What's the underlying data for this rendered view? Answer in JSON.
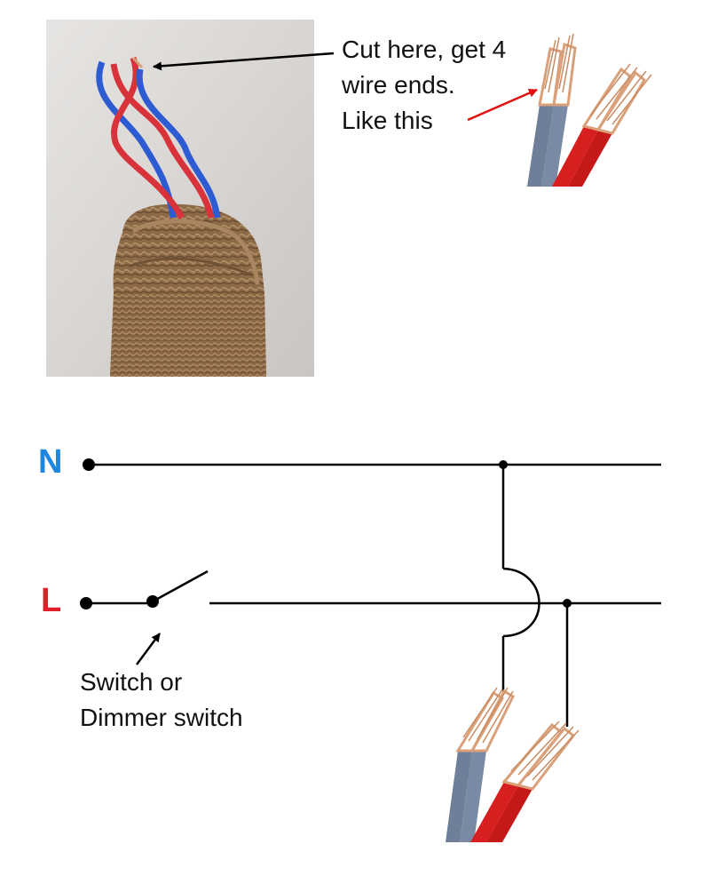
{
  "photo_caption": {
    "lines": [
      "Cut here, get 4",
      "wire ends.",
      "Like this"
    ]
  },
  "labels": {
    "neutral": "N",
    "live": "L",
    "switch_line1": "Switch or",
    "switch_line2": "Dimmer switch"
  },
  "colors": {
    "neutral_label": "#1f86e0",
    "live_label": "#e0202a",
    "wire_blue": "#6f7f99",
    "wire_red": "#d81f1f",
    "copper": "#d9a07a",
    "twisted_blue": "#2d5bd1",
    "twisted_red": "#d8333b",
    "jute": "#8e6b48",
    "pointer_black": "#000000",
    "pointer_red": "#e01010"
  },
  "icons": [
    "photo-twisted-flex",
    "cut-wire-ends",
    "junction-dot",
    "switch-symbol",
    "wire-crossover-hop"
  ]
}
